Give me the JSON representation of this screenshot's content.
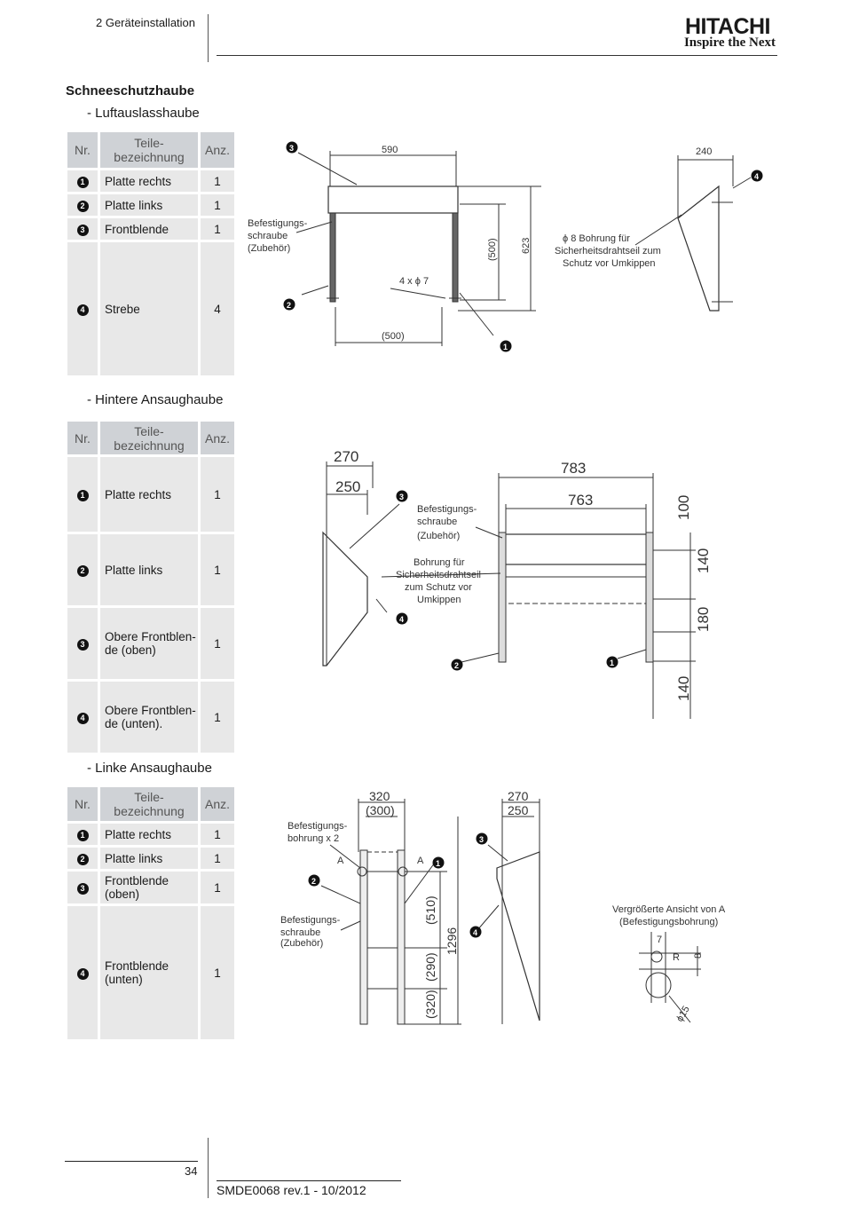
{
  "header": {
    "chapter": "2  Geräteinstallation",
    "brand": "HITACHI",
    "tagline": "Inspire the Next"
  },
  "section_title": "Schneeschutzhaube",
  "tables": [
    {
      "subtitle": "-    Luftauslasshaube",
      "head": {
        "nr": "Nr.",
        "name": "Teile-\nbezeichnung",
        "qty": "Anz."
      },
      "rows": [
        {
          "nr": "1",
          "name": "Platte rechts",
          "qty": "1"
        },
        {
          "nr": "2",
          "name": "Platte links",
          "qty": "1"
        },
        {
          "nr": "3",
          "name": "Frontblende",
          "qty": "1"
        },
        {
          "nr": "4",
          "name": "Strebe",
          "qty": "4"
        }
      ]
    },
    {
      "subtitle": "-    Hintere Ansaughaube",
      "head": {
        "nr": "Nr.",
        "name": "Teile-\nbezeichnung",
        "qty": "Anz."
      },
      "rows": [
        {
          "nr": "1",
          "name": "Platte rechts",
          "qty": "1"
        },
        {
          "nr": "2",
          "name": "Platte links",
          "qty": "1"
        },
        {
          "nr": "3",
          "name": "Obere Frontblen-\nde (oben)",
          "qty": "1"
        },
        {
          "nr": "4",
          "name": "Obere Frontblen-\nde (unten).",
          "qty": "1"
        }
      ]
    },
    {
      "subtitle": "-    Linke Ansaughaube",
      "head": {
        "nr": "Nr.",
        "name": "Teile-\nbezeichnung",
        "qty": "Anz."
      },
      "rows": [
        {
          "nr": "1",
          "name": "Platte rechts",
          "qty": "1"
        },
        {
          "nr": "2",
          "name": "Platte links",
          "qty": "1"
        },
        {
          "nr": "3",
          "name": "Frontblende\n(oben)",
          "qty": "1"
        },
        {
          "nr": "4",
          "name": "Frontblende\n(unten)",
          "qty": "1"
        }
      ]
    }
  ],
  "drawing1": {
    "dim_590": "590",
    "dim_623": "623",
    "dim_500v": "(500)",
    "dim_500h": "(500)",
    "dim_240": "240",
    "holes": "4 x ϕ 7",
    "screw_line1": "Befestigungs-",
    "screw_line2": "schraube",
    "screw_line3": "(Zubehör)",
    "bore_line1": "ϕ 8  Bohrung für",
    "bore_line2": "Sicherheitsdrahtseil zum",
    "bore_line3": "Schutz vor Umkippen"
  },
  "drawing2": {
    "dim_270": "270",
    "dim_250": "250",
    "dim_783": "783",
    "dim_763": "763",
    "dim_100": "100",
    "dim_140a": "140",
    "dim_180": "180",
    "dim_140b": "140",
    "screw_line1": "Befestigungs-",
    "screw_line2": "schraube",
    "screw_line3": "(Zubehör)",
    "bore_line1": "Bohrung für",
    "bore_line2": "Sicherheitsdrahtseil",
    "bore_line3": "zum Schutz vor",
    "bore_line4": "Umkippen"
  },
  "drawing3": {
    "dim_320": "320",
    "dim_300": "(300)",
    "dim_270": "270",
    "dim_250": "250",
    "dim_510": "(510)",
    "dim_290": "(290)",
    "dim_320v": "(320)",
    "dim_1296": "1296",
    "label_a1": "A",
    "label_a2": "A",
    "bore_line1": "Befestigungs-",
    "bore_line2": "bohrung x 2",
    "screw_line1": "Befestigungs-",
    "screw_line2": "schraube",
    "screw_line3": "(Zubehör)",
    "detail_line1": "Vergrößerte Ansicht von A",
    "detail_line2": "(Befestigungsbohrung)",
    "dim_7": "7",
    "dim_r": "R",
    "dim_8": "8",
    "dim_15": "ϕ15"
  },
  "footer": {
    "page": "34",
    "doc": "SMDE0068 rev.1 - 10/2012"
  }
}
